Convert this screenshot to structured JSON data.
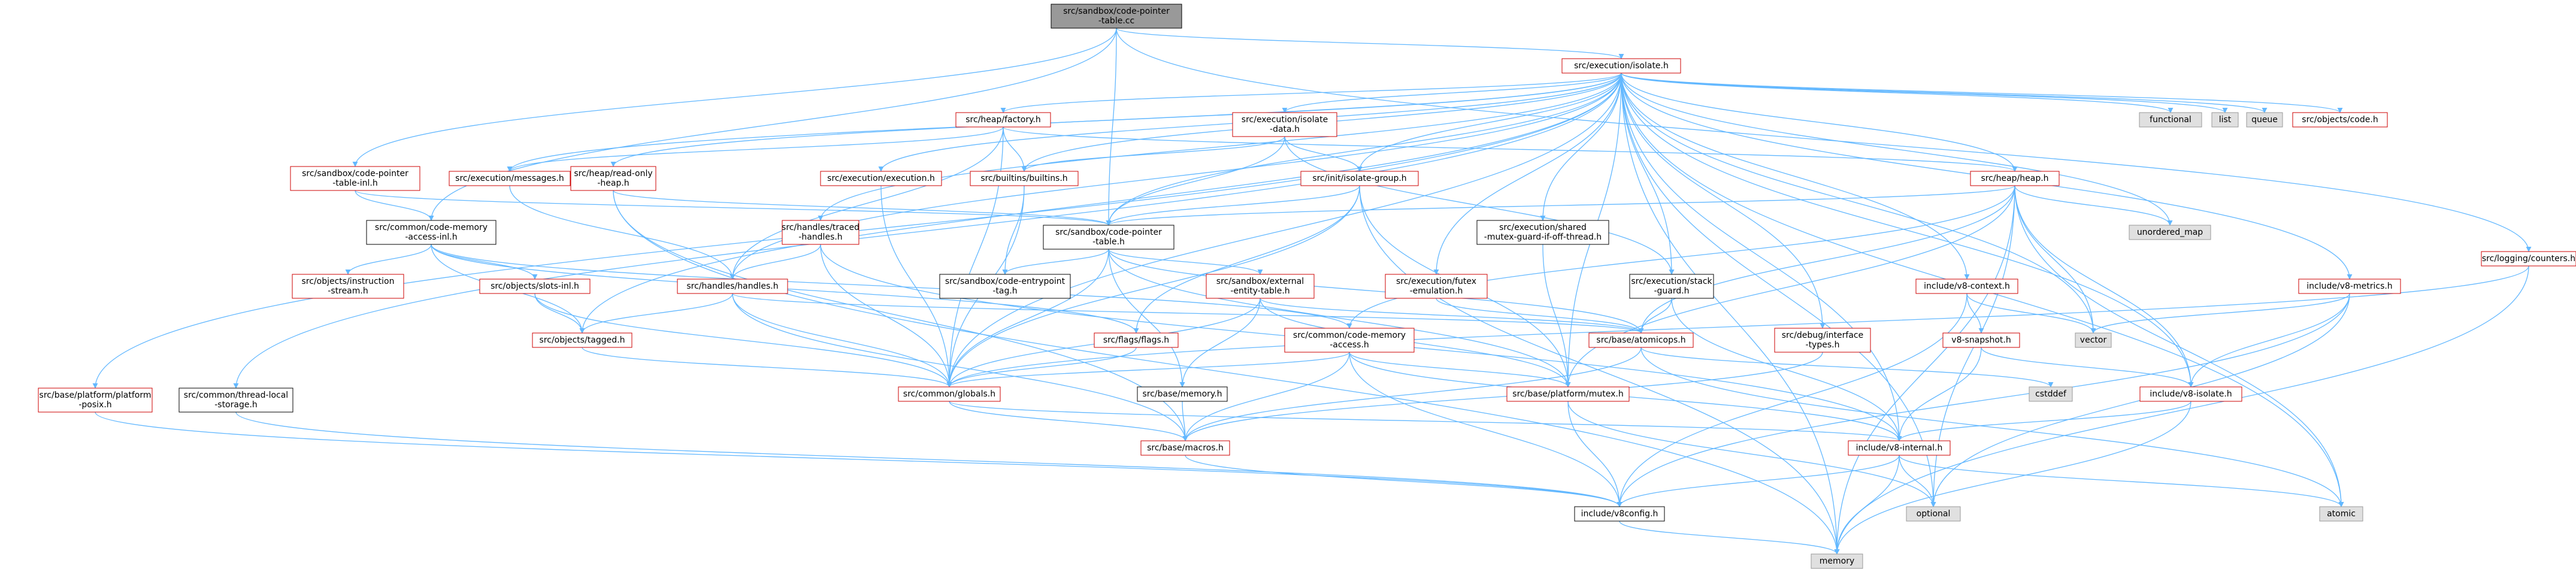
{
  "graph": {
    "title": "",
    "colors": {
      "edge": "#63b8ff",
      "red_border": "#cc0000",
      "black_border": "#000000",
      "gray_border": "#999999",
      "gray_fill": "#e0e0e0",
      "root_fill": "#999999",
      "node_fill": "#ffffff"
    },
    "nodes": [
      {
        "id": "root",
        "lines": [
          "src/sandbox/code-pointer",
          "-table.cc"
        ],
        "style": "root"
      },
      {
        "id": "isolate",
        "lines": [
          "src/execution/isolate.h"
        ],
        "style": "red"
      },
      {
        "id": "heapfactory",
        "lines": [
          "src/heap/factory.h"
        ],
        "style": "red"
      },
      {
        "id": "isodata",
        "lines": [
          "src/execution/isolate",
          "-data.h"
        ],
        "style": "red"
      },
      {
        "id": "functional",
        "lines": [
          "functional"
        ],
        "style": "gray"
      },
      {
        "id": "list",
        "lines": [
          "list"
        ],
        "style": "gray"
      },
      {
        "id": "queue",
        "lines": [
          "queue"
        ],
        "style": "gray"
      },
      {
        "id": "objcode",
        "lines": [
          "src/objects/code.h"
        ],
        "style": "red"
      },
      {
        "id": "loggingcounters",
        "lines": [
          "src/logging/counters.h"
        ],
        "style": "red"
      },
      {
        "id": "cptinl",
        "lines": [
          "src/sandbox/code-pointer",
          "-table-inl.h"
        ],
        "style": "red"
      },
      {
        "id": "execmsgs",
        "lines": [
          "src/execution/messages.h"
        ],
        "style": "red"
      },
      {
        "id": "readonlyheap",
        "lines": [
          "src/heap/read-only",
          "-heap.h"
        ],
        "style": "red"
      },
      {
        "id": "execexec",
        "lines": [
          "src/execution/execution.h"
        ],
        "style": "red"
      },
      {
        "id": "builtins",
        "lines": [
          "src/builtins/builtins.h"
        ],
        "style": "red"
      },
      {
        "id": "isogroup",
        "lines": [
          "src/init/isolate-group.h"
        ],
        "style": "red"
      },
      {
        "id": "heapheap",
        "lines": [
          "src/heap/heap.h"
        ],
        "style": "red"
      },
      {
        "id": "cmainl",
        "lines": [
          "src/common/code-memory",
          "-access-inl.h"
        ],
        "style": "black"
      },
      {
        "id": "tracedhandles",
        "lines": [
          "src/handles/traced",
          "-handles.h"
        ],
        "style": "red"
      },
      {
        "id": "cpth",
        "lines": [
          "src/sandbox/code-pointer",
          "-table.h"
        ],
        "style": "black"
      },
      {
        "id": "sharedmutex",
        "lines": [
          "src/execution/shared",
          "-mutex-guard-if-off-thread.h"
        ],
        "style": "black"
      },
      {
        "id": "unorderedmap",
        "lines": [
          "unordered_map"
        ],
        "style": "gray"
      },
      {
        "id": "objinstr",
        "lines": [
          "src/objects/instruction",
          "-stream.h"
        ],
        "style": "red"
      },
      {
        "id": "slotsinl",
        "lines": [
          "src/objects/slots-inl.h"
        ],
        "style": "red"
      },
      {
        "id": "handles",
        "lines": [
          "src/handles/handles.h"
        ],
        "style": "red"
      },
      {
        "id": "cpentry",
        "lines": [
          "src/sandbox/code-entrypoint",
          "-tag.h"
        ],
        "style": "black"
      },
      {
        "id": "extentity",
        "lines": [
          "src/sandbox/external",
          "-entity-table.h"
        ],
        "style": "red"
      },
      {
        "id": "futex",
        "lines": [
          "src/execution/futex",
          "-emulation.h"
        ],
        "style": "red"
      },
      {
        "id": "stackguard",
        "lines": [
          "src/execution/stack",
          "-guard.h"
        ],
        "style": "black"
      },
      {
        "id": "v8context",
        "lines": [
          "include/v8-context.h"
        ],
        "style": "red"
      },
      {
        "id": "v8metrics",
        "lines": [
          "include/v8-metrics.h"
        ],
        "style": "red"
      },
      {
        "id": "vector",
        "lines": [
          "vector"
        ],
        "style": "gray"
      },
      {
        "id": "objtagged",
        "lines": [
          "src/objects/tagged.h"
        ],
        "style": "red"
      },
      {
        "id": "flags",
        "lines": [
          "src/flags/flags.h"
        ],
        "style": "red"
      },
      {
        "id": "cma",
        "lines": [
          "src/common/code-memory",
          "-access.h"
        ],
        "style": "red"
      },
      {
        "id": "atomicops",
        "lines": [
          "src/base/atomicops.h"
        ],
        "style": "red"
      },
      {
        "id": "debugif",
        "lines": [
          "src/debug/interface",
          "-types.h"
        ],
        "style": "red"
      },
      {
        "id": "v8snapshot",
        "lines": [
          "v8-snapshot.h"
        ],
        "style": "red"
      },
      {
        "id": "cstddef",
        "lines": [
          "cstddef"
        ],
        "style": "gray"
      },
      {
        "id": "platposix",
        "lines": [
          "src/base/platform/platform",
          "-posix.h"
        ],
        "style": "red"
      },
      {
        "id": "threadlocal",
        "lines": [
          "src/common/thread-local",
          "-storage.h"
        ],
        "style": "black"
      },
      {
        "id": "globals",
        "lines": [
          "src/common/globals.h"
        ],
        "style": "red"
      },
      {
        "id": "basememory",
        "lines": [
          "src/base/memory.h"
        ],
        "style": "black"
      },
      {
        "id": "mutex",
        "lines": [
          "src/base/platform/mutex.h"
        ],
        "style": "red"
      },
      {
        "id": "v8isolate",
        "lines": [
          "include/v8-isolate.h"
        ],
        "style": "red"
      },
      {
        "id": "macros",
        "lines": [
          "src/base/macros.h"
        ],
        "style": "red"
      },
      {
        "id": "v8internal",
        "lines": [
          "include/v8-internal.h"
        ],
        "style": "red"
      },
      {
        "id": "v8config",
        "lines": [
          "include/v8config.h"
        ],
        "style": "black"
      },
      {
        "id": "optional",
        "lines": [
          "optional"
        ],
        "style": "gray"
      },
      {
        "id": "atomic",
        "lines": [
          "atomic"
        ],
        "style": "gray"
      },
      {
        "id": "memory",
        "lines": [
          "memory"
        ],
        "style": "gray"
      }
    ],
    "edges": [
      [
        "root",
        "isolate"
      ],
      [
        "root",
        "cptinl"
      ],
      [
        "root",
        "cmainl"
      ],
      [
        "root",
        "cpth"
      ],
      [
        "root",
        "loggingcounters"
      ],
      [
        "isolate",
        "heapfactory"
      ],
      [
        "isolate",
        "isodata"
      ],
      [
        "isolate",
        "functional"
      ],
      [
        "isolate",
        "list"
      ],
      [
        "isolate",
        "queue"
      ],
      [
        "isolate",
        "objcode"
      ],
      [
        "isolate",
        "execmsgs"
      ],
      [
        "isolate",
        "readonlyheap"
      ],
      [
        "isolate",
        "execexec"
      ],
      [
        "isolate",
        "builtins"
      ],
      [
        "isolate",
        "isogroup"
      ],
      [
        "isolate",
        "heapheap"
      ],
      [
        "isolate",
        "tracedhandles"
      ],
      [
        "isolate",
        "cpth"
      ],
      [
        "isolate",
        "sharedmutex"
      ],
      [
        "isolate",
        "unorderedmap"
      ],
      [
        "isolate",
        "handles"
      ],
      [
        "isolate",
        "futex"
      ],
      [
        "isolate",
        "stackguard"
      ],
      [
        "isolate",
        "v8context"
      ],
      [
        "isolate",
        "v8metrics"
      ],
      [
        "isolate",
        "vector"
      ],
      [
        "isolate",
        "objtagged"
      ],
      [
        "isolate",
        "debugif"
      ],
      [
        "isolate",
        "platposix"
      ],
      [
        "isolate",
        "threadlocal"
      ],
      [
        "isolate",
        "globals"
      ],
      [
        "isolate",
        "mutex"
      ],
      [
        "isolate",
        "v8isolate"
      ],
      [
        "isolate",
        "v8internal"
      ],
      [
        "isolate",
        "optional"
      ],
      [
        "isolate",
        "atomic"
      ],
      [
        "isolate",
        "memory"
      ],
      [
        "heapfactory",
        "builtins"
      ],
      [
        "heapfactory",
        "execmsgs"
      ],
      [
        "heapfactory",
        "heapheap"
      ],
      [
        "heapfactory",
        "handles"
      ],
      [
        "heapfactory",
        "globals"
      ],
      [
        "isodata",
        "builtins"
      ],
      [
        "isodata",
        "isogroup"
      ],
      [
        "isodata",
        "cpth"
      ],
      [
        "isodata",
        "stackguard"
      ],
      [
        "cptinl",
        "cmainl"
      ],
      [
        "cptinl",
        "cpth"
      ],
      [
        "readonlyheap",
        "cpth"
      ],
      [
        "readonlyheap",
        "macros"
      ],
      [
        "readonlyheap",
        "memory"
      ],
      [
        "execexec",
        "globals"
      ],
      [
        "builtins",
        "cpentry"
      ],
      [
        "builtins",
        "globals"
      ],
      [
        "isogroup",
        "cpth"
      ],
      [
        "isogroup",
        "mutex"
      ],
      [
        "isogroup",
        "flags"
      ],
      [
        "isogroup",
        "globals"
      ],
      [
        "isogroup",
        "memory"
      ],
      [
        "heapheap",
        "cpth"
      ],
      [
        "heapheap",
        "unorderedmap"
      ],
      [
        "heapheap",
        "vector"
      ],
      [
        "heapheap",
        "cma"
      ],
      [
        "heapheap",
        "atomicops"
      ],
      [
        "heapheap",
        "mutex"
      ],
      [
        "heapheap",
        "v8isolate"
      ],
      [
        "heapheap",
        "optional"
      ],
      [
        "heapheap",
        "atomic"
      ],
      [
        "heapheap",
        "memory"
      ],
      [
        "cmainl",
        "objinstr"
      ],
      [
        "cmainl",
        "slotsinl"
      ],
      [
        "cmainl",
        "flags"
      ],
      [
        "cmainl",
        "cma"
      ],
      [
        "cmainl",
        "objtagged"
      ],
      [
        "execmsgs",
        "handles"
      ],
      [
        "tracedhandles",
        "handles"
      ],
      [
        "tracedhandles",
        "globals"
      ],
      [
        "tracedhandles",
        "v8internal"
      ],
      [
        "cpth",
        "cpentry"
      ],
      [
        "cpth",
        "extentity"
      ],
      [
        "cpth",
        "atomicops"
      ],
      [
        "cpth",
        "basememory"
      ],
      [
        "cpth",
        "mutex"
      ],
      [
        "cpth",
        "globals"
      ],
      [
        "sharedmutex",
        "mutex"
      ],
      [
        "slotsinl",
        "objtagged"
      ],
      [
        "slotsinl",
        "globals"
      ],
      [
        "handles",
        "objtagged"
      ],
      [
        "handles",
        "globals"
      ],
      [
        "handles",
        "macros"
      ],
      [
        "handles",
        "atomicops"
      ],
      [
        "extentity",
        "atomicops"
      ],
      [
        "extentity",
        "basememory"
      ],
      [
        "extentity",
        "mutex"
      ],
      [
        "extentity",
        "globals"
      ],
      [
        "futex",
        "atomicops"
      ],
      [
        "stackguard",
        "atomicops"
      ],
      [
        "stackguard",
        "v8internal"
      ],
      [
        "v8context",
        "v8snapshot"
      ],
      [
        "v8context",
        "vector"
      ],
      [
        "v8context",
        "v8config"
      ],
      [
        "v8metrics",
        "vector"
      ],
      [
        "v8metrics",
        "v8isolate"
      ],
      [
        "v8metrics",
        "v8config"
      ],
      [
        "v8metrics",
        "optional"
      ],
      [
        "objtagged",
        "globals"
      ],
      [
        "flags",
        "globals"
      ],
      [
        "cma",
        "globals"
      ],
      [
        "cma",
        "mutex"
      ],
      [
        "cma",
        "macros"
      ],
      [
        "cma",
        "v8internal"
      ],
      [
        "cma",
        "v8config"
      ],
      [
        "atomicops",
        "cstddef"
      ],
      [
        "atomicops",
        "macros"
      ],
      [
        "atomicops",
        "atomic"
      ],
      [
        "debugif",
        "macros"
      ],
      [
        "v8snapshot",
        "v8isolate"
      ],
      [
        "v8snapshot",
        "v8internal"
      ],
      [
        "platposix",
        "v8config"
      ],
      [
        "threadlocal",
        "v8config"
      ],
      [
        "globals",
        "macros"
      ],
      [
        "globals",
        "v8internal"
      ],
      [
        "basememory",
        "macros"
      ],
      [
        "mutex",
        "v8config"
      ],
      [
        "mutex",
        "optional"
      ],
      [
        "v8isolate",
        "v8internal"
      ],
      [
        "v8isolate",
        "memory"
      ],
      [
        "macros",
        "v8config"
      ],
      [
        "v8internal",
        "v8config"
      ],
      [
        "v8internal",
        "optional"
      ],
      [
        "v8internal",
        "atomic"
      ],
      [
        "v8internal",
        "memory"
      ],
      [
        "loggingcounters",
        "globals"
      ],
      [
        "loggingcounters",
        "memory"
      ],
      [
        "v8config",
        "memory"
      ]
    ]
  }
}
